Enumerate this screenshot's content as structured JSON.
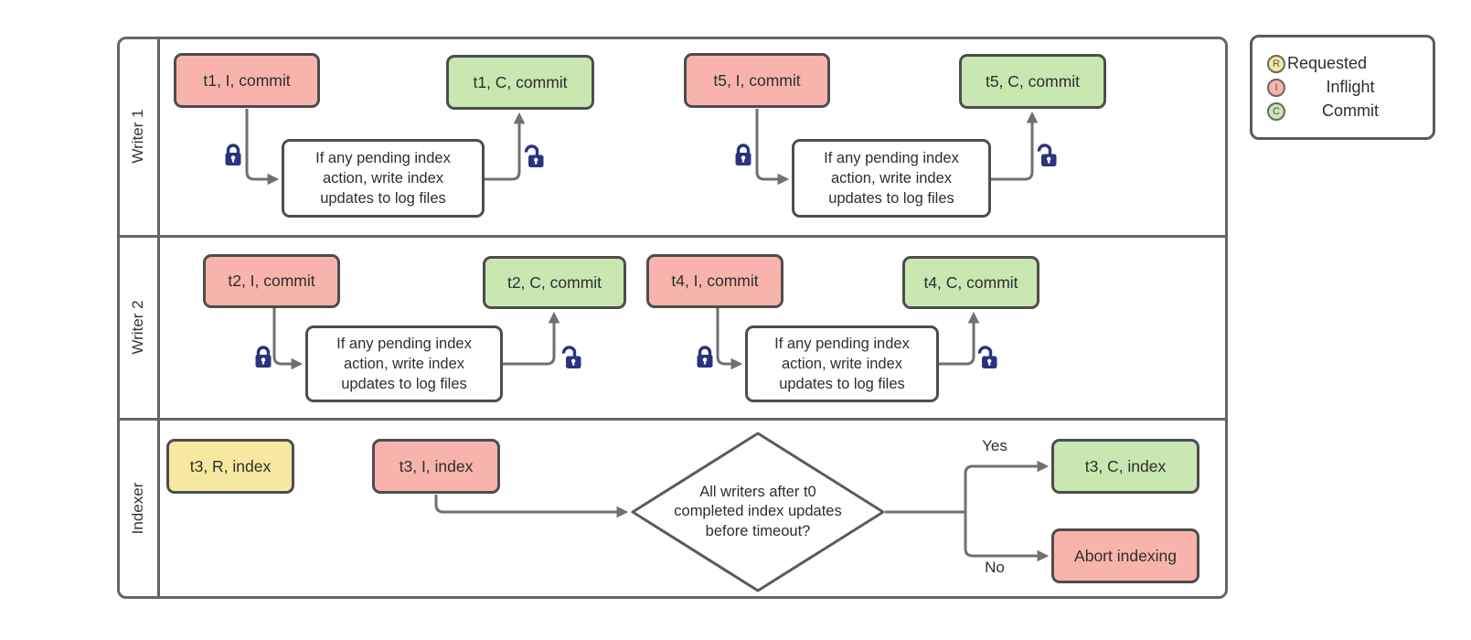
{
  "lanes": [
    {
      "label": "Writer 1"
    },
    {
      "label": "Writer 2"
    },
    {
      "label": "Indexer"
    }
  ],
  "nodes": {
    "t1_inflight": "t1, I, commit",
    "t1_commit": "t1, C, commit",
    "t5_inflight": "t5, I, commit",
    "t5_commit": "t5, C, commit",
    "t2_inflight": "t2, I, commit",
    "t2_commit": "t2, C, commit",
    "t4_inflight": "t4, I, commit",
    "t4_commit": "t4, C, commit",
    "t3_requested": "t3, R, index",
    "t3_inflight": "t3, I, index",
    "t3_commit": "t3, C, index",
    "abort": "Abort indexing"
  },
  "process_lines": [
    "If any pending index",
    "action, write index",
    "updates to log files"
  ],
  "decision_lines": [
    "All writers after t0",
    "completed index updates",
    "before timeout?"
  ],
  "edge_labels": {
    "yes": "Yes",
    "no": "No"
  },
  "legend": {
    "items": [
      {
        "symbol": "R",
        "label": "Requested",
        "color": "#F7E8A1"
      },
      {
        "symbol": "I",
        "label": "Inflight",
        "color": "#F8B4AC"
      },
      {
        "symbol": "C",
        "label": "Commit",
        "color": "#C9E7B0"
      }
    ]
  },
  "colors": {
    "requested": "#F7E8A1",
    "inflight": "#F8B4AC",
    "commit": "#C9E7B0",
    "lock": "#2A3380",
    "connector": "#707070",
    "node_border": "#4D4D4D",
    "lane_border": "#666666"
  }
}
